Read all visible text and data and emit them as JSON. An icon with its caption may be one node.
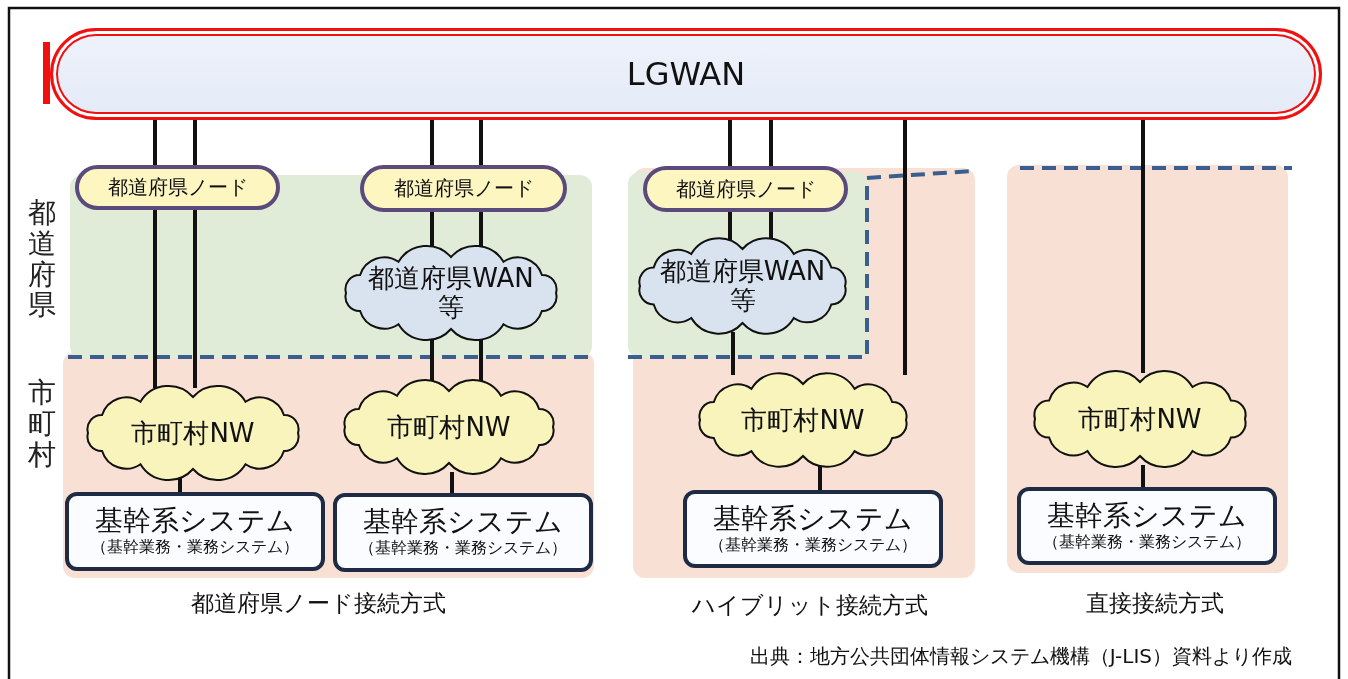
{
  "diagram": {
    "nodes": [
      {
        "text": [
          "LGWAN"
        ]
      },
      {
        "text": [
          "都道府県ノード"
        ]
      },
      {
        "text": [
          "市町村NW"
        ]
      },
      {
        "text": [
          "基幹系システム",
          "（基幹業務・業務システム）"
        ]
      },
      {
        "text": [
          "都道府県ノード"
        ]
      },
      {
        "text": [
          "都道府県WAN等"
        ]
      },
      {
        "text": [
          "市町村NW"
        ]
      },
      {
        "text": [
          "基幹系システム",
          "（基幹業務・業務システム）"
        ]
      },
      {
        "text": [
          "都道府県ノード"
        ]
      },
      {
        "text": [
          "都道府県WAN等"
        ]
      },
      {
        "text": [
          "市町村NW"
        ]
      },
      {
        "text": [
          "基幹系システム",
          "（基幹業務・業務システム）"
        ]
      },
      {
        "text": [
          "市町村NW"
        ]
      },
      {
        "text": [
          "基幹系システム",
          "（基幹業務・業務システム）"
        ]
      }
    ],
    "edges": [
      {
        "from": 0,
        "to": 1,
        "arrow": "none"
      },
      {
        "from": 0,
        "to": 1,
        "arrow": "none"
      },
      {
        "from": 1,
        "to": 2,
        "arrow": "none"
      },
      {
        "from": 1,
        "to": 2,
        "arrow": "none"
      },
      {
        "from": 2,
        "to": 3,
        "arrow": "none"
      },
      {
        "from": 0,
        "to": 4,
        "arrow": "none"
      },
      {
        "from": 0,
        "to": 4,
        "arrow": "none"
      },
      {
        "from": 4,
        "to": 5,
        "arrow": "none"
      },
      {
        "from": 4,
        "to": 5,
        "arrow": "none"
      },
      {
        "from": 5,
        "to": 6,
        "arrow": "none"
      },
      {
        "from": 5,
        "to": 6,
        "arrow": "none"
      },
      {
        "from": 6,
        "to": 7,
        "arrow": "none"
      },
      {
        "from": 0,
        "to": 8,
        "arrow": "none"
      },
      {
        "from": 0,
        "to": 8,
        "arrow": "none"
      },
      {
        "from": 8,
        "to": 9,
        "arrow": "none"
      },
      {
        "from": 8,
        "to": 9,
        "arrow": "none"
      },
      {
        "from": 9,
        "to": 10,
        "arrow": "none"
      },
      {
        "from": 0,
        "to": 10,
        "arrow": "none"
      },
      {
        "from": 10,
        "to": 11,
        "arrow": "none"
      },
      {
        "from": 0,
        "to": 12,
        "arrow": "none"
      },
      {
        "from": 12,
        "to": 13,
        "arrow": "none"
      }
    ],
    "labels": [
      "都道府県",
      "市町村",
      "都道府県ノード接続方式",
      "ハイブリット接続方式",
      "直接接続方式",
      "出典：地方公共団体情報システム機構（J-LIS）資料より作成"
    ]
  }
}
